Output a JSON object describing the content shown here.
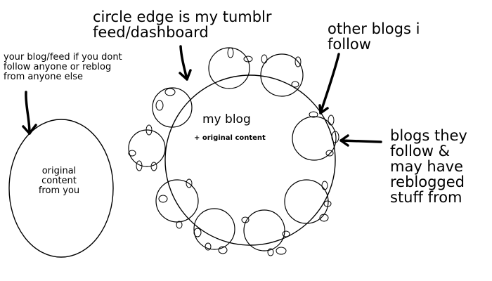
{
  "labels": {
    "circle_edge": "circle edge is my tumblr\nfeed/dashboard",
    "other_blogs": "other blogs i\nfollow",
    "your_blog": "your blog/feed if you dont\nfollow anyone or reblog\nfrom anyone else",
    "original_content": "original\ncontent\nfrom you",
    "my_blog": "my blog",
    "plus_original": "+ original content",
    "blogs_they_follow": "blogs they\nfollow &\nmay have\nreblogged\nstuff from"
  }
}
